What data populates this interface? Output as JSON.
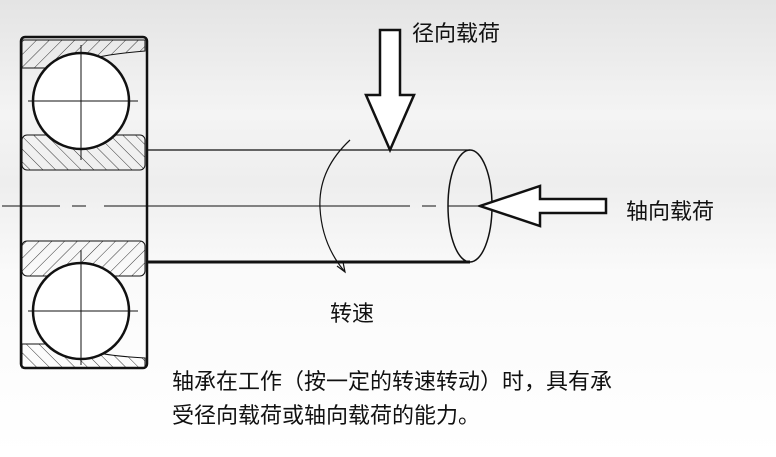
{
  "labels": {
    "radial_load": "径向载荷",
    "axial_load": "轴向载荷",
    "rotation_speed": "转速"
  },
  "caption": {
    "line1": "轴承在工作（按一定的转速转动）时，具有承",
    "line2": "受径向载荷或轴向载荷的能力。"
  }
}
